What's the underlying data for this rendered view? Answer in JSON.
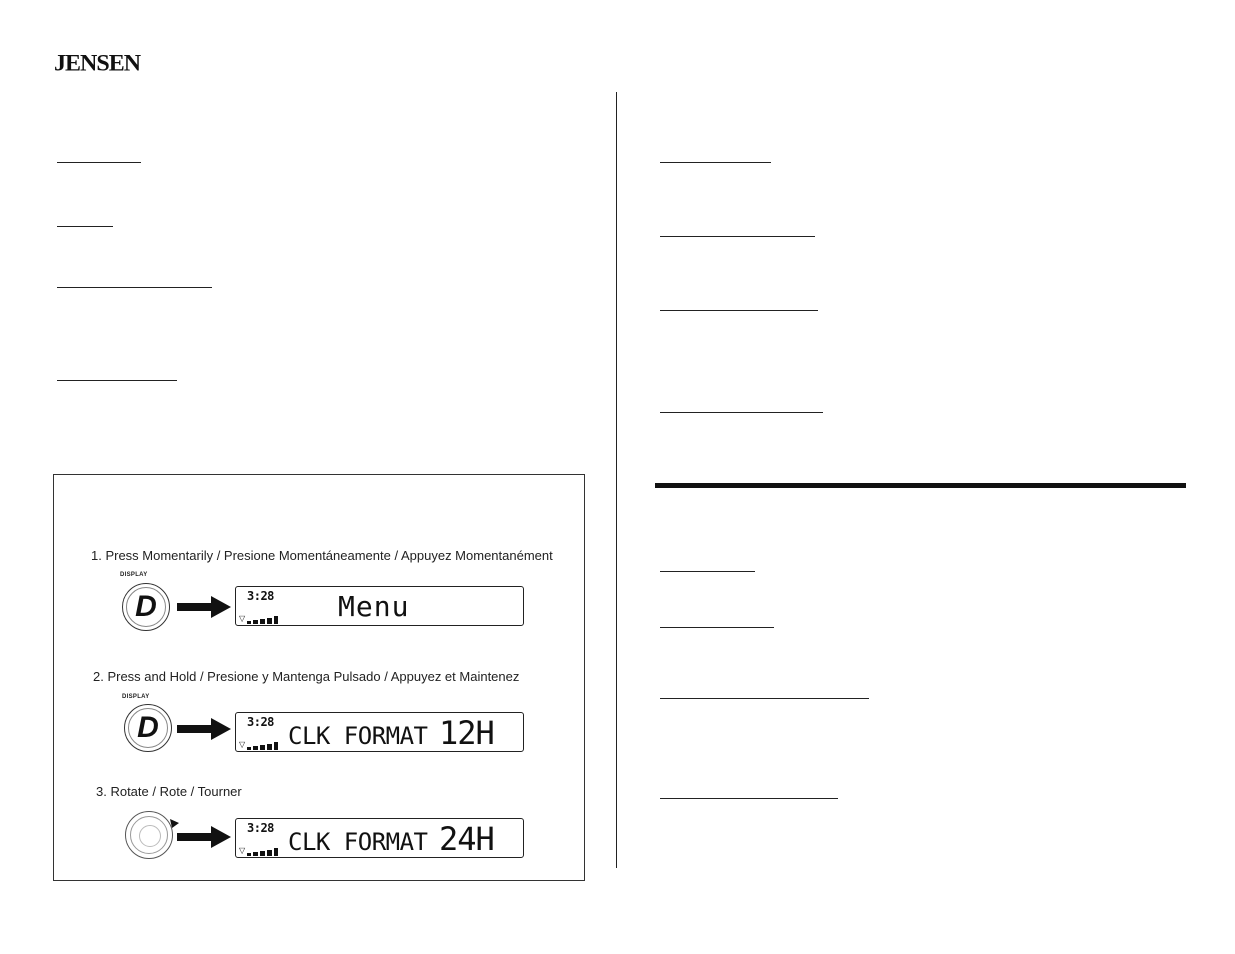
{
  "brand": {
    "logo_text": "JENSEN"
  },
  "panel": {
    "steps": [
      {
        "label": "1. Press Momentarily / Presione Momentáneamente / Appuyez Momentanément",
        "button_caption": "DISPLAY",
        "button_letter": "D",
        "lcd_clock": "3:28",
        "lcd_text": "Menu"
      },
      {
        "label": "2. Press and Hold / Presione y Mantenga Pulsado / Appuyez et Maintenez",
        "button_caption": "DISPLAY",
        "button_letter": "D",
        "lcd_clock": "3:28",
        "lcd_text": "CLK FORMAT",
        "lcd_value": "12H"
      },
      {
        "label": "3. Rotate / Rote / Tourner",
        "lcd_clock": "3:28",
        "lcd_text": "CLK FORMAT",
        "lcd_value": "24H"
      }
    ]
  },
  "icons": {
    "button": "display-button-icon",
    "knob": "rotary-knob-icon",
    "arrow": "arrow-right-icon",
    "signal": "signal-bars-icon",
    "triangle": "triangle-down-icon"
  }
}
